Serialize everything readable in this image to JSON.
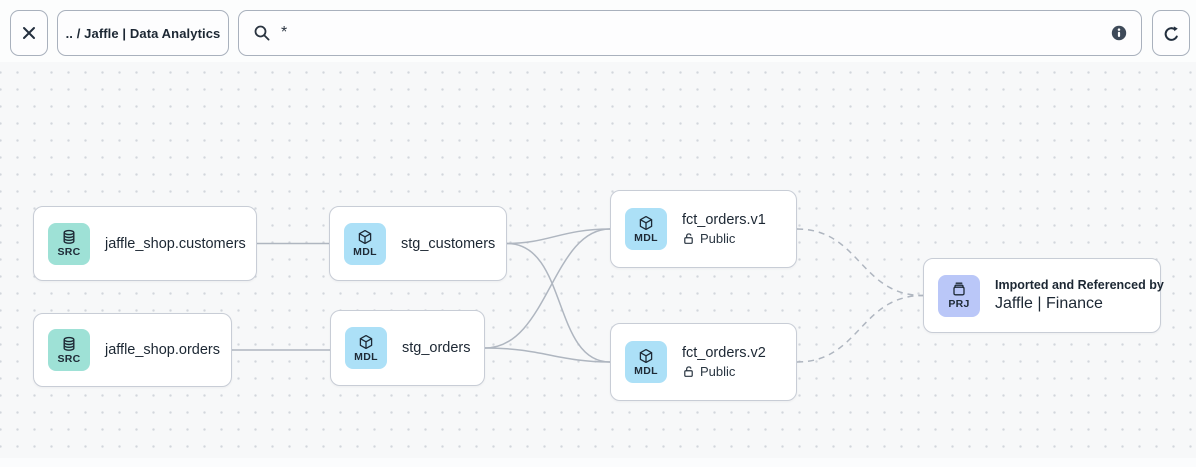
{
  "toolbar": {
    "breadcrumb": ".. / Jaffle | Data Analytics",
    "search_value": "*",
    "icons": {
      "close": "x-icon",
      "search": "magnifier-icon",
      "info": "info-circle-icon",
      "refresh": "refresh-arrow-icon"
    }
  },
  "nodes": [
    {
      "badge": "SRC",
      "icon": "database-icon",
      "label": "jaffle_shop.customers"
    },
    {
      "badge": "SRC",
      "icon": "database-icon",
      "label": "jaffle_shop.orders"
    },
    {
      "badge": "MDL",
      "icon": "cube-icon",
      "label": "stg_customers"
    },
    {
      "badge": "MDL",
      "icon": "cube-icon",
      "label": "stg_orders"
    },
    {
      "badge": "MDL",
      "icon": "cube-icon",
      "label": "fct_orders.v1",
      "access": "Public",
      "access_icon": "unlock-icon"
    },
    {
      "badge": "MDL",
      "icon": "cube-icon",
      "label": "fct_orders.v2",
      "access": "Public",
      "access_icon": "unlock-icon"
    },
    {
      "badge": "PRJ",
      "icon": "archive-icon",
      "eyebrow": "Imported and Referenced by",
      "label": "Jaffle | Finance"
    }
  ],
  "edges": [
    {
      "from": "jaffle_shop.customers",
      "to": "stg_customers",
      "style": "solid"
    },
    {
      "from": "jaffle_shop.orders",
      "to": "stg_orders",
      "style": "solid"
    },
    {
      "from": "stg_customers",
      "to": "fct_orders.v1",
      "style": "solid"
    },
    {
      "from": "stg_customers",
      "to": "fct_orders.v2",
      "style": "solid"
    },
    {
      "from": "stg_orders",
      "to": "fct_orders.v1",
      "style": "solid"
    },
    {
      "from": "stg_orders",
      "to": "fct_orders.v2",
      "style": "solid"
    },
    {
      "from": "fct_orders.v1",
      "to": "Jaffle | Finance",
      "style": "dashed"
    },
    {
      "from": "fct_orders.v2",
      "to": "Jaffle | Finance",
      "style": "dashed"
    }
  ],
  "colors": {
    "canvas_bg": "#F7F8F9",
    "dot": "#D2D6DC",
    "node_border": "#C8CDD6",
    "edge": "#AFB6C0",
    "text": "#1C2733",
    "info_icon_bg": "#3E4A59",
    "badges": {
      "SRC": "#9EE1D6",
      "MDL": "#ACE0F7",
      "PRJ": "#BAC7F8"
    }
  }
}
